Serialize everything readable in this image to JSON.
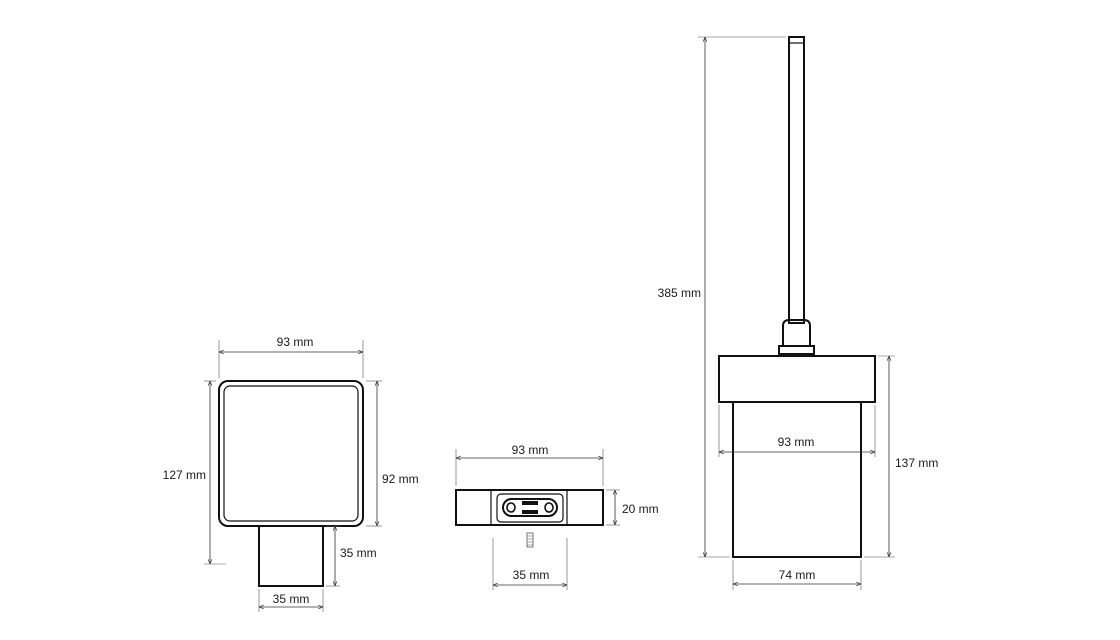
{
  "diagram": {
    "side_view": {
      "width_top": "93 mm",
      "total_height": "127 mm",
      "body_height": "92 mm",
      "mount_height": "35 mm",
      "mount_width": "35 mm"
    },
    "bracket_view": {
      "width": "93 mm",
      "height": "20 mm",
      "screw_spacing": "35 mm"
    },
    "front_view": {
      "total_height": "385 mm",
      "lid_width": "93 mm",
      "container_height": "137 mm",
      "base_width": "74 mm"
    }
  }
}
